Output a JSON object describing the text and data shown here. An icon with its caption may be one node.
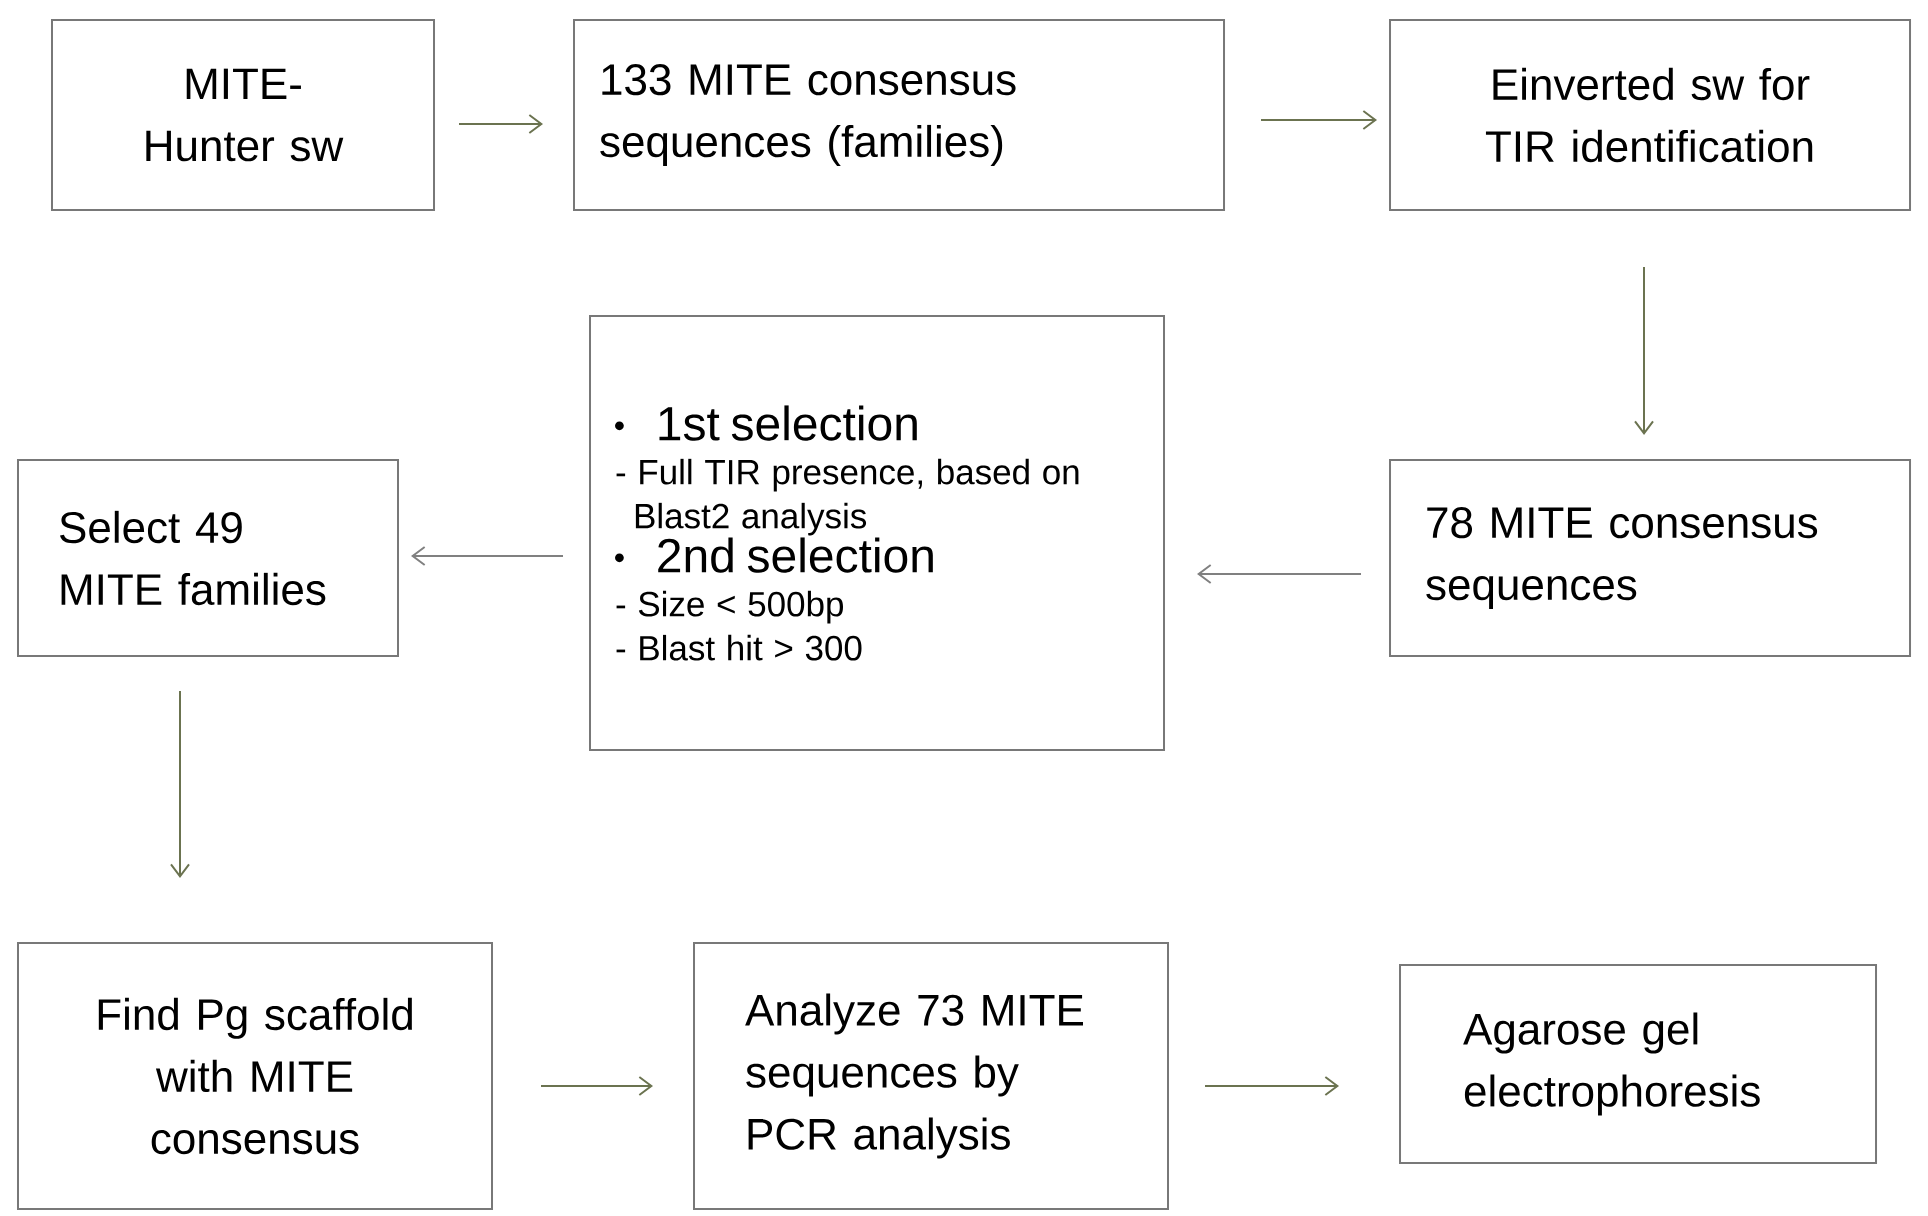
{
  "diagram": {
    "nodes": [
      {
        "text": [
          "MITE-Hunter sw"
        ]
      },
      {
        "text": [
          "133 MITE consensus sequences (families)"
        ]
      },
      {
        "text": [
          "Einverted sw for TIR identification"
        ]
      },
      {
        "text": [
          "78 MITE consensus sequences"
        ]
      },
      {
        "text": [
          "1st selection",
          "- Full TIR presence, based on Blast2 analysis",
          "2nd selection",
          "- Size < 500bp",
          "- Blast hit > 300"
        ]
      },
      {
        "text": [
          "Select 49 MITE families"
        ]
      },
      {
        "text": [
          "Find Pg scaffold with MITE consensus"
        ]
      },
      {
        "text": [
          "Analyze 73 MITE sequences by PCR analysis"
        ]
      },
      {
        "text": [
          "Agarose gel electrophoresis"
        ]
      }
    ],
    "edges": [
      {
        "from": 0,
        "to": 1,
        "arrow": "to"
      },
      {
        "from": 1,
        "to": 2,
        "arrow": "to"
      },
      {
        "from": 2,
        "to": 3,
        "arrow": "to"
      },
      {
        "from": 3,
        "to": 4,
        "arrow": "to",
        "color": "#808080"
      },
      {
        "from": 4,
        "to": 5,
        "arrow": "to",
        "color": "#808080"
      },
      {
        "from": 5,
        "to": 6,
        "arrow": "to"
      },
      {
        "from": 6,
        "to": 7,
        "arrow": "to"
      },
      {
        "from": 7,
        "to": 8,
        "arrow": "to"
      }
    ]
  }
}
